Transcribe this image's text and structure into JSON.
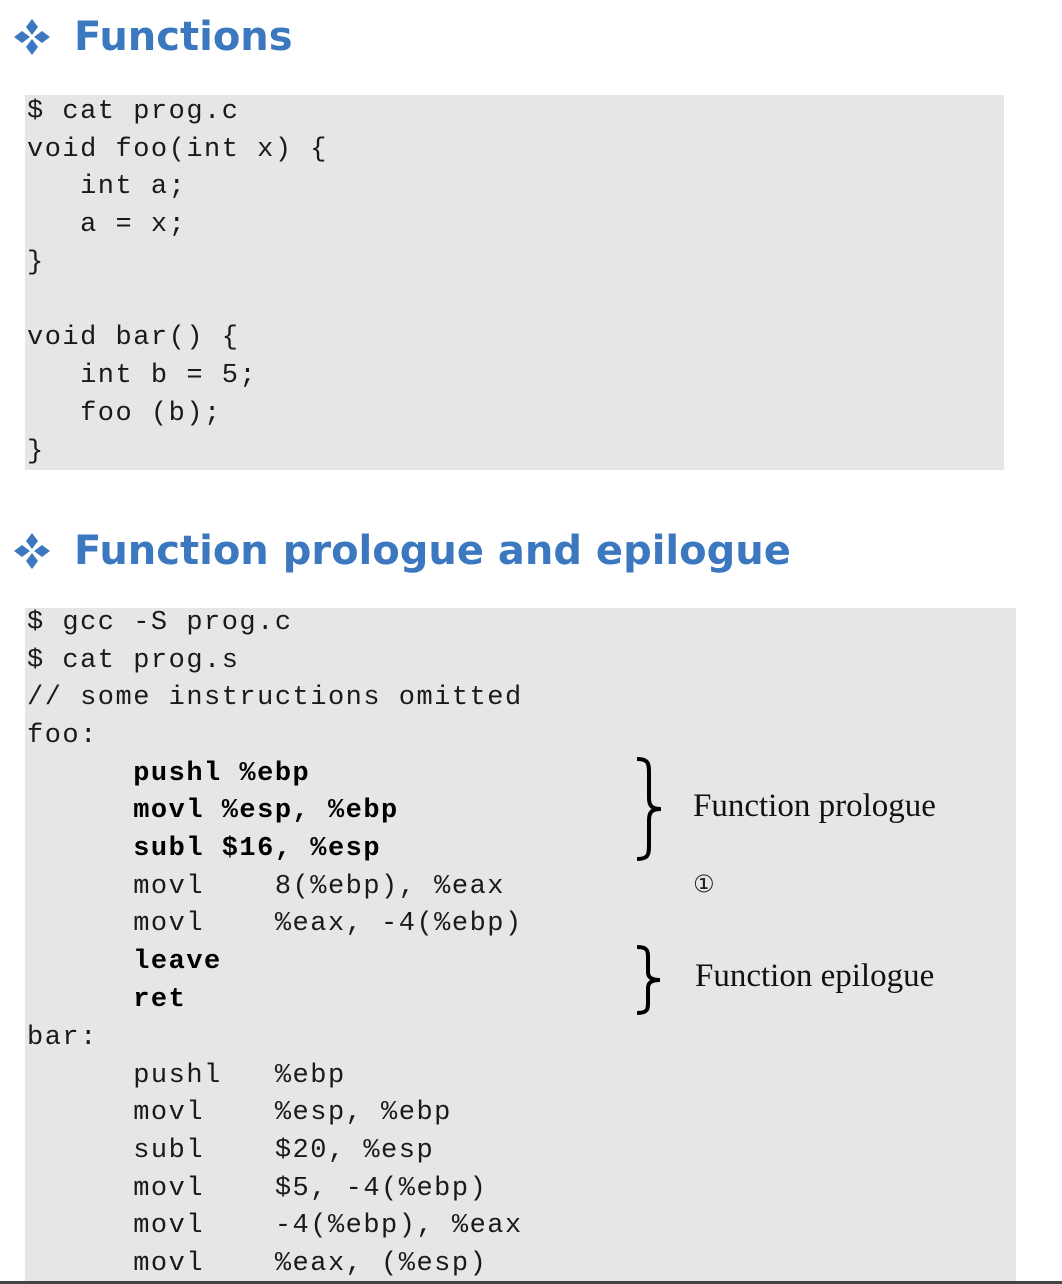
{
  "sections": [
    {
      "title": "Functions",
      "code_lines": [
        "$ cat prog.c",
        "void foo(int x) {",
        "   int a;",
        "   a = x;",
        "}",
        "",
        "void bar() {",
        "   int b = 5;",
        "   foo (b);",
        "}"
      ]
    },
    {
      "title": "Function prologue and epilogue",
      "code_lines": [
        "$ gcc -S prog.c",
        "$ cat prog.s",
        "// some instructions omitted",
        "foo:",
        "      pushl %ebp",
        "      movl %esp, %ebp",
        "      subl $16, %esp",
        "      movl    8(%ebp), %eax",
        "      movl    %eax, -4(%ebp)",
        "      leave",
        "      ret",
        "bar:",
        "      pushl   %ebp",
        "      movl    %esp, %ebp",
        "      subl    $20, %esp",
        "      movl    $5, -4(%ebp)",
        "      movl    -4(%ebp), %eax",
        "      movl    %eax, (%esp)"
      ],
      "annotations": {
        "prologue": "Function prologue",
        "epilogue": "Function epilogue",
        "marker": "①"
      }
    }
  ],
  "colors": {
    "heading": "#3b78bf",
    "code_background": "#e6e6e6"
  },
  "icons": {
    "bullet": "four-diamond-bullet-icon"
  }
}
